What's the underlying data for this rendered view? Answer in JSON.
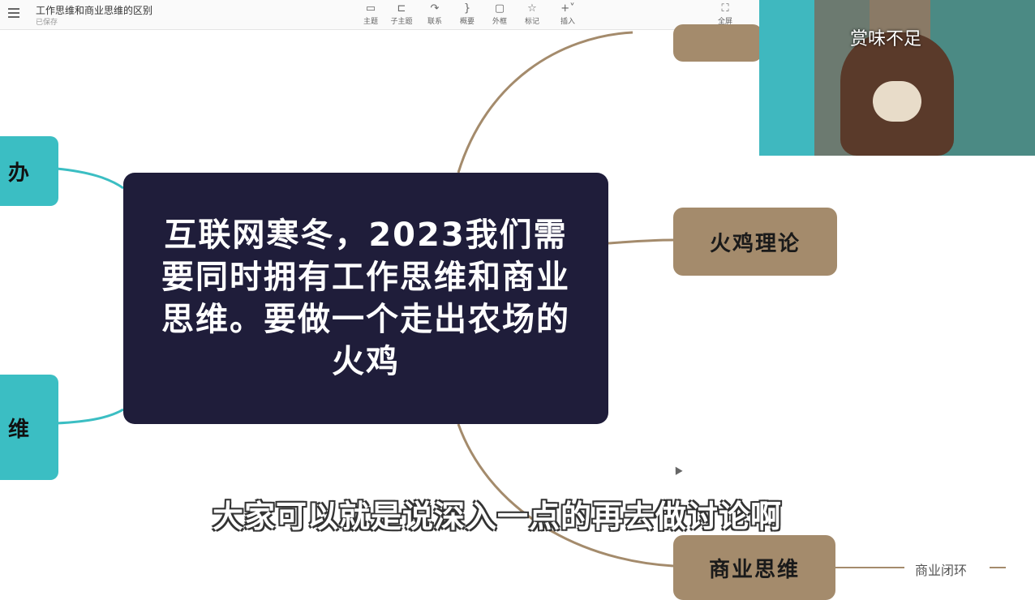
{
  "header": {
    "doc_title": "工作思维和商业思维的区别",
    "doc_status": "已保存",
    "tools": [
      {
        "label": "主题",
        "icon": "theme-icon"
      },
      {
        "label": "子主题",
        "icon": "subtopic-icon"
      },
      {
        "label": "联系",
        "icon": "relationship-icon"
      },
      {
        "label": "概要",
        "icon": "summary-icon"
      },
      {
        "label": "外框",
        "icon": "boundary-icon"
      },
      {
        "label": "标记",
        "icon": "star-icon"
      },
      {
        "label": "插入",
        "icon": "plus-icon"
      }
    ],
    "right_tools": [
      {
        "label": "全屏",
        "icon": "fullscreen-icon"
      }
    ]
  },
  "mindmap": {
    "central": "互联网寒冬，2023我们需要同时拥有工作思维和商业思维。要做一个走出农场的 火鸡",
    "left_top": "办",
    "left_bottom": "维",
    "right_top": "",
    "right_middle": "火鸡理论",
    "right_bottom": "商业思维",
    "leaf_bottom": "商业闭环"
  },
  "video": {
    "caption": "赏味不足"
  },
  "subtitle": "大家可以就是说深入一点的再去做讨论啊",
  "colors": {
    "central": "#1f1d3a",
    "brown_node": "#a48b6c",
    "teal_node": "#3bbec3",
    "teal_line": "#3bbec3",
    "brown_line": "#a48b6c"
  }
}
